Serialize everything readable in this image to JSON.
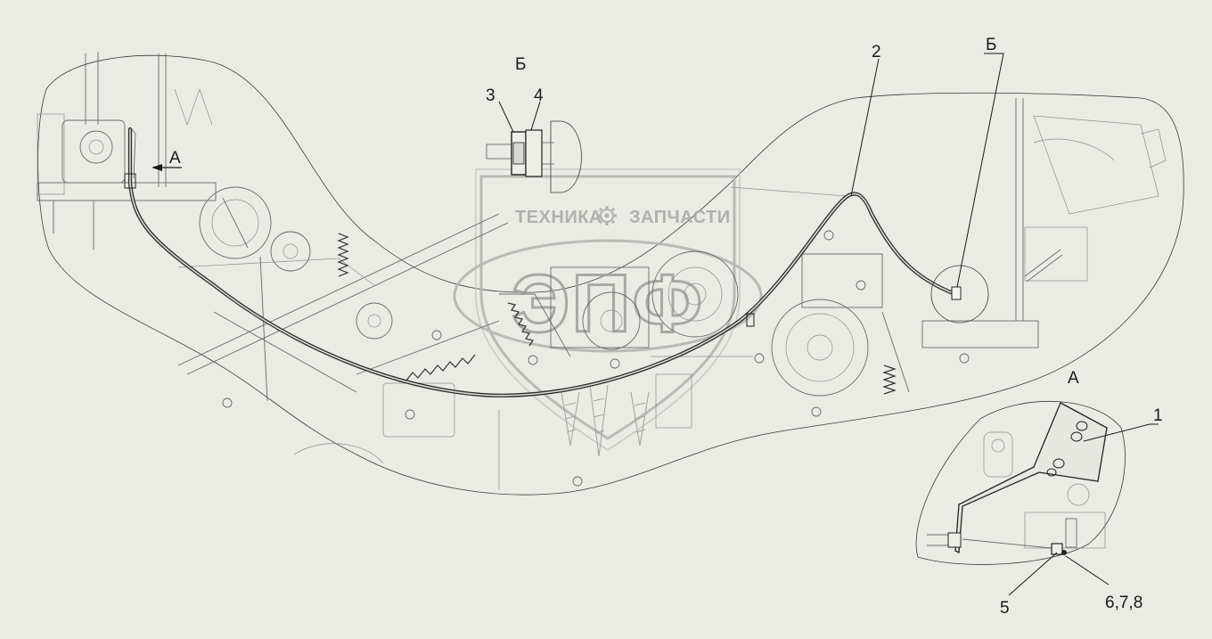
{
  "callouts": {
    "section_b_top": "Б",
    "section_b_right": "Б",
    "view_a_arrow": "А",
    "view_a_title": "А",
    "part_1": "1",
    "part_2": "2",
    "part_3": "3",
    "part_4": "4",
    "part_5": "5",
    "part_678": "6,7,8"
  },
  "watermark": {
    "left_text": "ТЕХНИКА",
    "right_text": "ЗАПЧАСТИ",
    "logo_letters": "ЭПФ"
  }
}
